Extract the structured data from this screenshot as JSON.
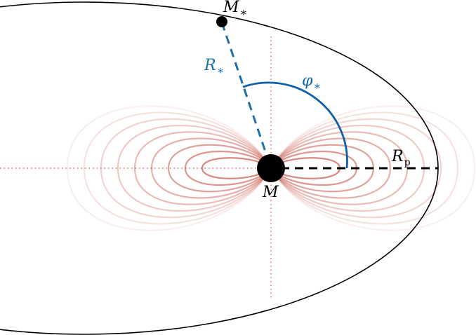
{
  "labels": {
    "star": "M",
    "star_sub": "∗",
    "star_radius": "R",
    "star_radius_sub": "∗",
    "angle": "φ",
    "angle_sub": "∗",
    "periapsis": "R",
    "periapsis_sub": "p",
    "central_mass": "M"
  },
  "colors": {
    "orbit": "#000000",
    "radius_line": "#1f6fa8",
    "angle_arc": "#1060a8",
    "field_lines": "#c0392b",
    "axes": "#c0392b",
    "black_hole": "#000000"
  }
}
